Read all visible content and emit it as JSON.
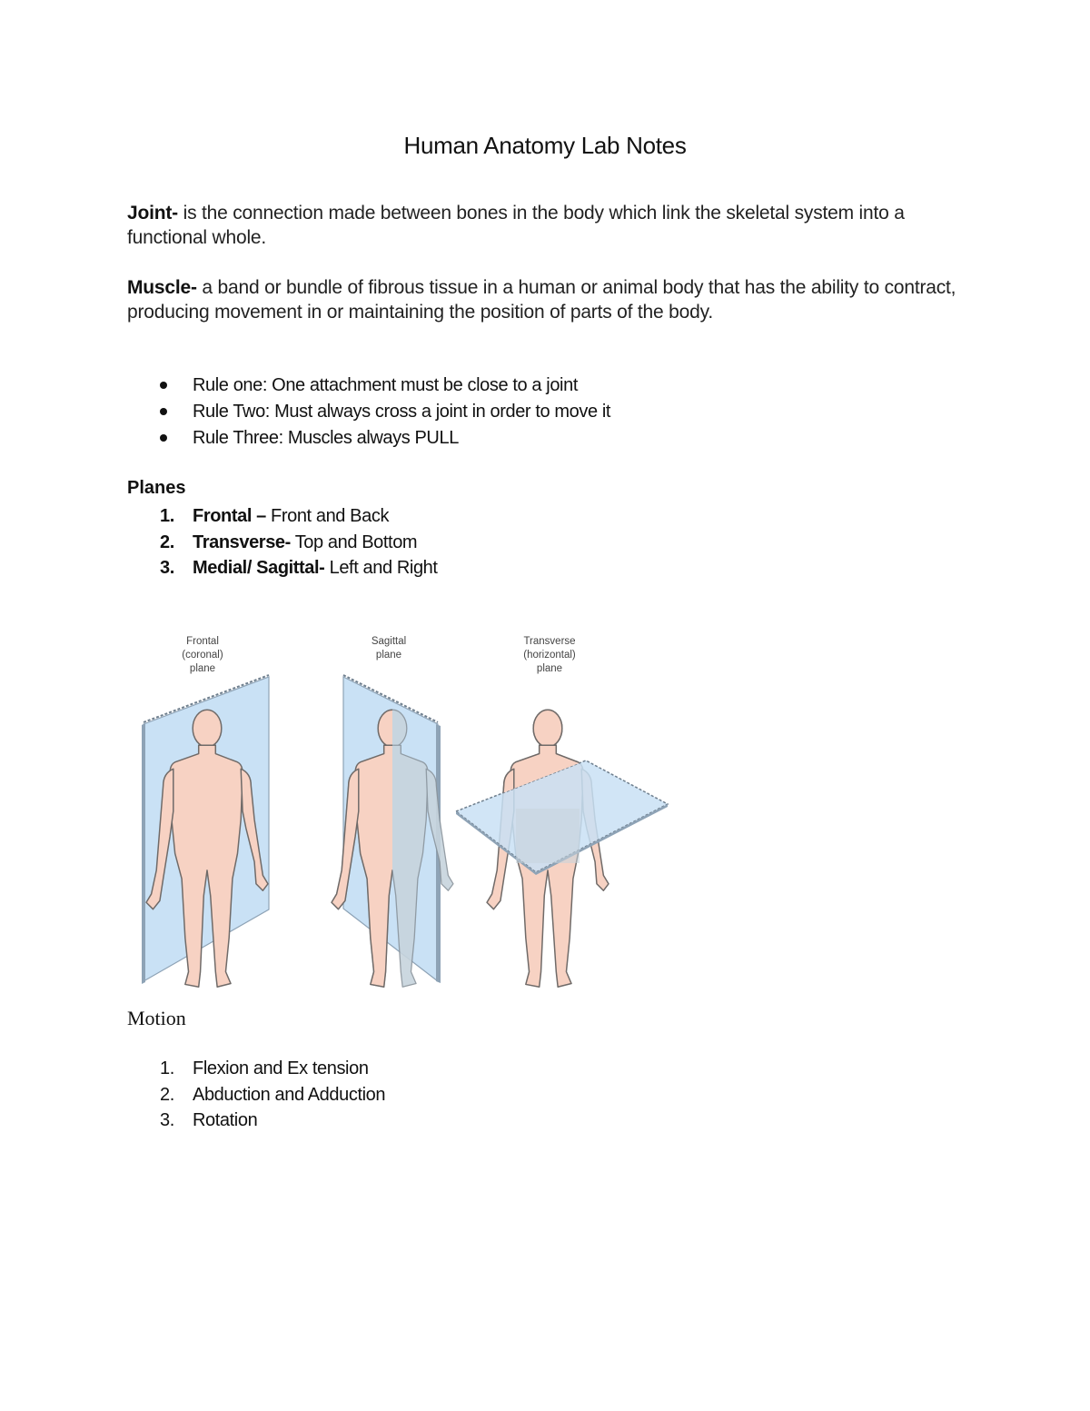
{
  "document": {
    "title": "Human Anatomy Lab Notes",
    "definitions": [
      {
        "term": "Joint-",
        "text": " is the connection made between bones in the body which link the skeletal system into a functional whole."
      },
      {
        "term": "Muscle-",
        "text": " a band or bundle of fibrous tissue in a human or animal body that has the ability to contract, producing movement in or maintaining the position of parts of the body."
      }
    ],
    "rules": [
      "Rule one: One attachment must be close to a joint",
      "Rule Two: Must always cross a joint in order to move it",
      "Rule Three: Muscles always PULL"
    ],
    "planes": {
      "heading": "Planes",
      "items": [
        {
          "number": "1.",
          "term": "Frontal –",
          "desc": " Front and Back"
        },
        {
          "number": "2.",
          "term": "Transverse-",
          "desc": " Top and Bottom"
        },
        {
          "number": "3.",
          "term": "Medial/ Sagittal-",
          "desc": " Left and Right"
        }
      ]
    },
    "figure": {
      "labels": [
        {
          "lines": [
            "Frontal",
            "(coronal)",
            "plane"
          ]
        },
        {
          "lines": [
            "Sagittal",
            "plane"
          ]
        },
        {
          "lines": [
            "Transverse",
            "(horizontal)",
            "plane"
          ]
        }
      ],
      "colors": {
        "plane_fill": "#c9e1f5",
        "plane_edge": "#8ea3b6",
        "skin": "#f7d2c3",
        "skin_outline": "#6f6a68",
        "ghost": "#c7d4dd"
      }
    },
    "motion": {
      "heading": "Motion",
      "items": [
        {
          "number": "1.",
          "text": "Flexion and Ex tension"
        },
        {
          "number": "2.",
          "text": "Abduction and Adduction"
        },
        {
          "number": "3.",
          "text": "Rotation"
        }
      ]
    }
  }
}
